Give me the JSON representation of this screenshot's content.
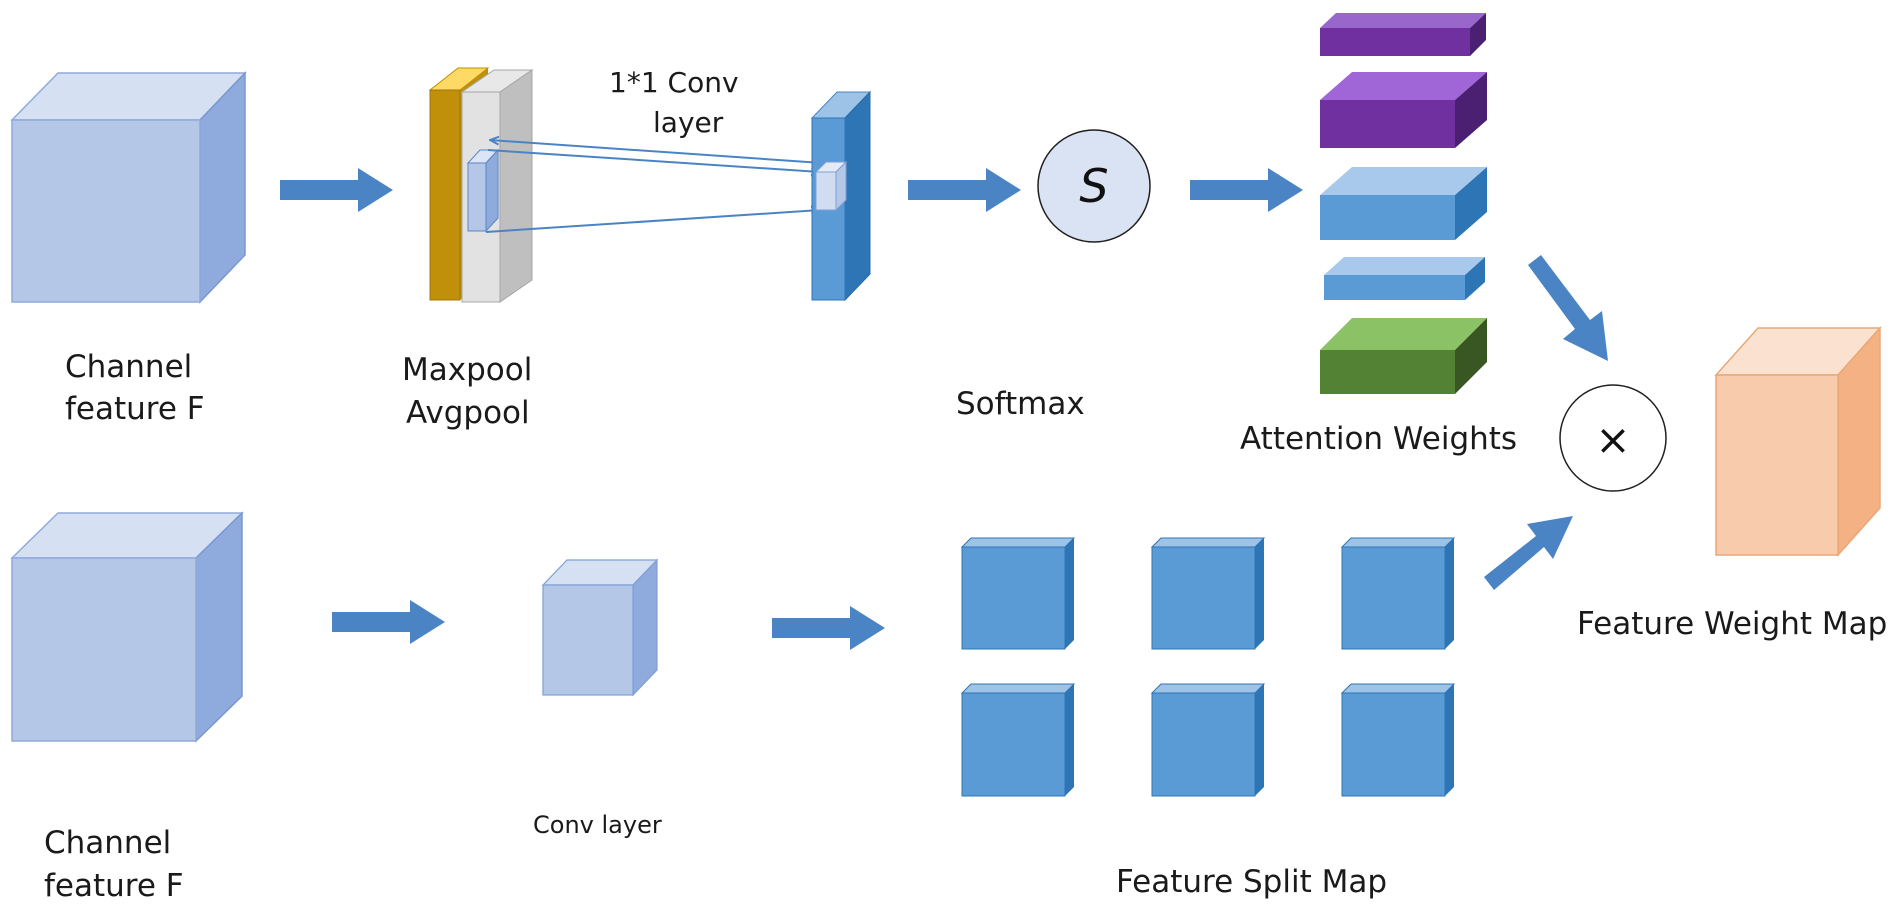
{
  "diagram": {
    "labels": {
      "channel_feature_top": [
        "Channel",
        "feature F"
      ],
      "pooling": [
        "Maxpool",
        "Avgpool"
      ],
      "conv_1x1": [
        "1*1 Conv",
        "layer"
      ],
      "softmax": "Softmax",
      "attention_weights": "Attention Weights",
      "feature_weight_map": "Feature Weight Map",
      "channel_feature_bottom": [
        "Channel",
        "feature F"
      ],
      "conv_layer": "Conv layer",
      "feature_split_map": "Feature Split Map"
    },
    "symbols": {
      "softmax_symbol": "S",
      "multiply_symbol": "×"
    },
    "colors": {
      "cube_light_blue": "#b4c7e7",
      "cube_medium_blue": "#5b9bd5",
      "arrow_blue": "#4a84c4",
      "gold": "#c0900a",
      "purple": "#7030a0",
      "green": "#548235",
      "peach": "#f8cbad"
    }
  }
}
